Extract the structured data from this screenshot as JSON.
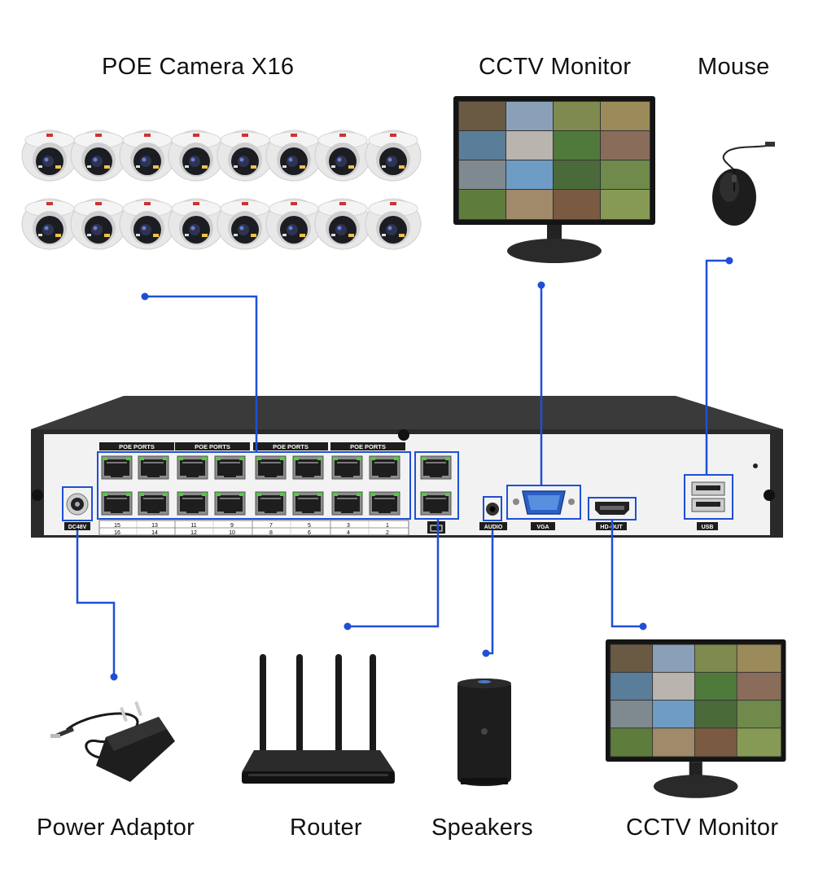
{
  "labels": {
    "cameras": "POE Camera X16",
    "monitor_top": "CCTV Monitor",
    "mouse": "Mouse",
    "power": "Power Adaptor",
    "router": "Router",
    "speakers": "Speakers",
    "monitor_bottom": "CCTV Monitor"
  },
  "nvr": {
    "poe_group_labels": [
      "POE PORTS",
      "POE PORTS",
      "POE PORTS",
      "POE PORTS"
    ],
    "port_numbers_top": [
      "15",
      "13",
      "11",
      "9",
      "7",
      "5",
      "3",
      "1"
    ],
    "port_numbers_bottom": [
      "16",
      "14",
      "12",
      "10",
      "8",
      "6",
      "4",
      "2"
    ],
    "dc_label": "DC48V",
    "audio_label": "AUDIO",
    "vga_label": "VGA",
    "hdmi_label": "HD-OUT",
    "usb_label": "USB"
  },
  "colors": {
    "connector": "#1f4fd6",
    "chassis": "#2a2a2a",
    "panel": "#f2f2f2",
    "port_led": "#4cd13a"
  },
  "icons": {
    "camera": "dome-camera-icon",
    "monitor": "monitor-icon",
    "mouse": "mouse-icon",
    "power": "power-adaptor-icon",
    "router": "router-icon",
    "speaker": "speaker-icon"
  }
}
